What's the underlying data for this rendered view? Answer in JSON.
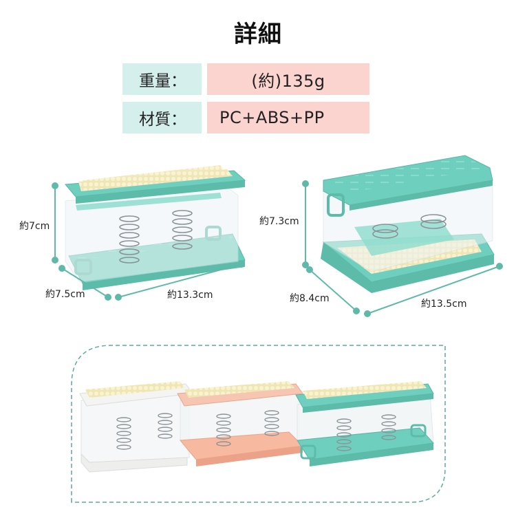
{
  "title": "詳細",
  "specs": [
    {
      "label": "重量：",
      "value": "(約)135g"
    },
    {
      "label": "材質：",
      "value": "PC+ABS+PP"
    }
  ],
  "products": {
    "open_view": {
      "color": "#6fcfbe",
      "dimensions": {
        "height": "約7cm",
        "depth": "約7.5cm",
        "width": "約13.3cm"
      }
    },
    "closed_view": {
      "color": "#6fcfbe",
      "dimensions": {
        "height": "約7.3cm",
        "depth": "約8.4cm",
        "width": "約13.5cm"
      }
    }
  },
  "color_variants": [
    {
      "name": "white",
      "color": "#f4f4f2"
    },
    {
      "name": "peach",
      "color": "#f7b9a0"
    },
    {
      "name": "teal",
      "color": "#6fcfbe"
    }
  ],
  "colors": {
    "accent_teal": "#5fb9a9",
    "label_bg": "#d4efec",
    "value_bg": "#fbd3cf",
    "brush_cream": "#f3ecc0",
    "dashed_border": "#5fa89d"
  }
}
